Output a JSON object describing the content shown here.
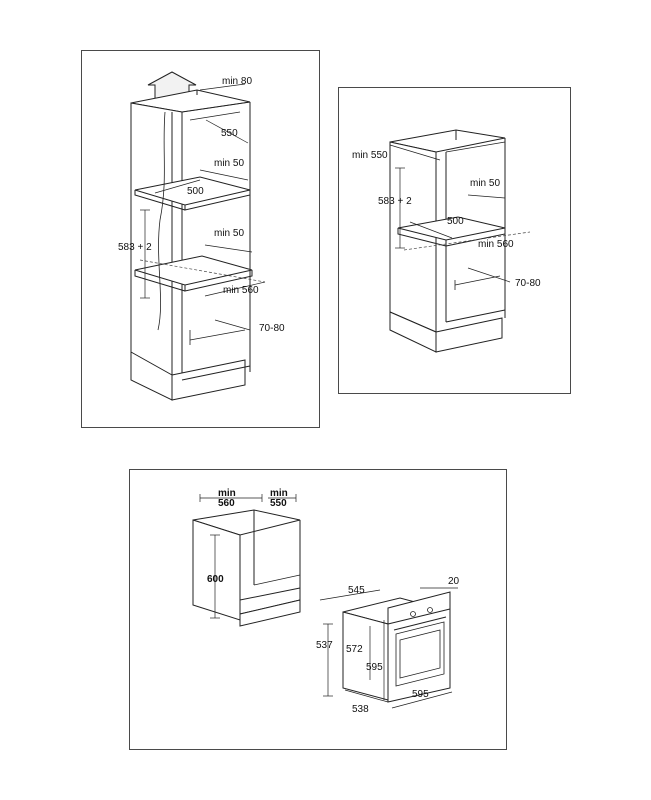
{
  "panel1": {
    "labels": {
      "min_80": "min 80",
      "w_550": "550",
      "min_50_top": "min 50",
      "w_500": "500",
      "h_583": "583 + 2",
      "min_50_mid": "min 50",
      "min_560": "min 560",
      "r_70_80": "70-80"
    }
  },
  "panel2": {
    "labels": {
      "min_550": "min 550",
      "h_583": "583 + 2",
      "min_50": "min 50",
      "w_500": "500",
      "min_560": "min 560",
      "r_70_80": "70-80"
    }
  },
  "panel3": {
    "cabinet": {
      "min_560": [
        "min",
        "560"
      ],
      "min_550": [
        "min",
        "550"
      ],
      "h_600": "600"
    },
    "oven": {
      "d_545": "545",
      "d_20": "20",
      "h_537": "537",
      "h_572": "572",
      "h_595": "595",
      "w_538": "538",
      "w_595": "595"
    }
  }
}
